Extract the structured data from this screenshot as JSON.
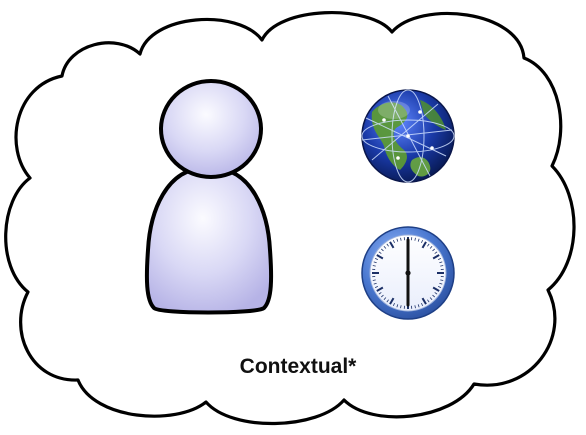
{
  "diagram": {
    "caption": "Contextual*",
    "elements": [
      {
        "role": "person",
        "icon": "person-icon"
      },
      {
        "role": "location",
        "icon": "globe-icon"
      },
      {
        "role": "time",
        "icon": "clock-icon"
      }
    ],
    "colors": {
      "cloud_fill": "#ffffff",
      "cloud_stroke": "#000000",
      "person_fill": "#cfcdf0",
      "person_highlight": "#f4f3ff",
      "globe_ocean": "#0f2a8a",
      "globe_land": "#4f8f2e",
      "clock_rim": "#3f6fc8",
      "clock_face": "#ffffff"
    }
  }
}
